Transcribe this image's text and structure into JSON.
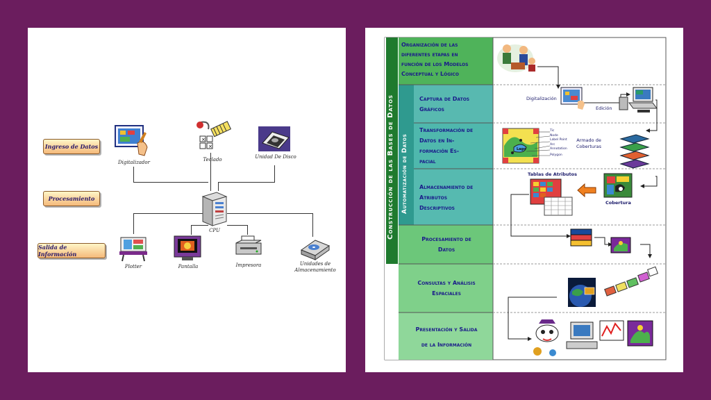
{
  "left_diagram": {
    "stages": {
      "input": "Ingreso de Datos",
      "processing": "Procesamiento",
      "output": "Salida de Información"
    },
    "devices": {
      "digitizer": "Digitalizador",
      "keyboard": "Teclado",
      "disk_unit": "Unidad De Disco",
      "cpu": "CPU",
      "plotter": "Plotter",
      "screen": "Pantalla",
      "printer": "Impresora",
      "storage_line1": "Unidades de",
      "storage_line2": "Almacenamiento"
    }
  },
  "right_diagram": {
    "vertical_main": "Construcción de las Bases de Datos",
    "vertical_sub": "Automatización de Datos",
    "rows": [
      {
        "line1": "Organización de las",
        "line2": "diferentes etapas en",
        "line3": "función de los Modelos",
        "line4": "Conceptual y Lógico"
      },
      {
        "line1": "Captura de Datos",
        "line2": "Gráficos"
      },
      {
        "line1": "Transformación de",
        "line2": "Datos en In-",
        "line3": "formación Es-",
        "line4": "pacial"
      },
      {
        "line1": "Almacenamiento de",
        "line2": "Atributos",
        "line3": "Descriptivos"
      },
      {
        "line1": "Procesamiento de",
        "line2": "Datos"
      },
      {
        "line1": "Consultas y Análisis",
        "line2": "Espaciales"
      },
      {
        "line1": "Presentación y Salida",
        "line2": "de la Información"
      }
    ],
    "labels": {
      "digitization": "Digitalización",
      "editing": "Edición",
      "coverage_assembly_1": "Armado de",
      "coverage_assembly_2": "Coberturas",
      "attribute_tables": "Tablas de Atributos",
      "coverage": "Cobertura",
      "topology_tic": "Tic",
      "topology_node": "Node",
      "topology_label_point": "Label Point",
      "topology_arc": "Arc",
      "topology_annotation": "Annotation",
      "topology_polygon": "Polygon",
      "topology_lago": "Lago"
    }
  }
}
